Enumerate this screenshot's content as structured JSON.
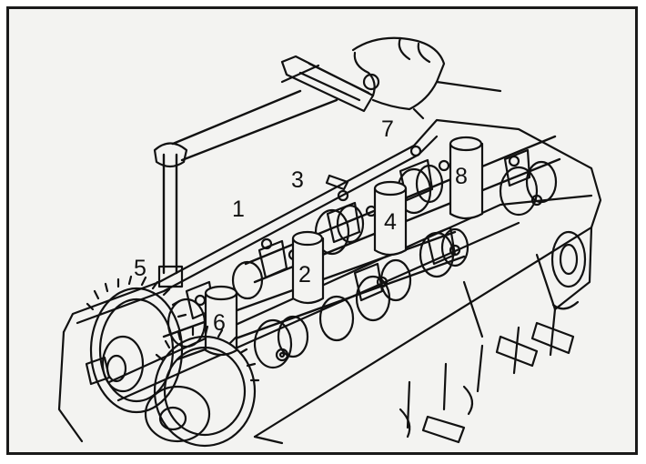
{
  "figure": {
    "callouts": [
      {
        "id": "c1",
        "label": "1"
      },
      {
        "id": "c2",
        "label": "2"
      },
      {
        "id": "c3",
        "label": "3"
      },
      {
        "id": "c4",
        "label": "4"
      },
      {
        "id": "c5",
        "label": "5"
      },
      {
        "id": "c6",
        "label": "6"
      },
      {
        "id": "c7",
        "label": "7"
      },
      {
        "id": "c8",
        "label": "8"
      }
    ]
  },
  "colors": {
    "ink": "#111111",
    "paper": "#f3f3f1",
    "frame": "#1a1a1a"
  }
}
